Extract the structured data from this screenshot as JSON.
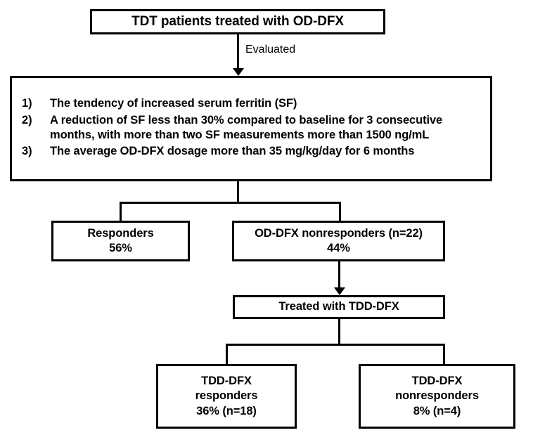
{
  "diagram": {
    "title": "TDT patients treated with OD-DFX flowchart",
    "stroke_color": "#000000",
    "background_color": "#ffffff"
  },
  "nodes": {
    "top": {
      "label": "TDT patients treated with OD-DFX"
    },
    "criteria": {
      "items": [
        {
          "number": "1)",
          "text": "The tendency of increased serum ferritin (SF)"
        },
        {
          "number": "2)",
          "text": "A reduction of SF less than 30% compared to baseline for 3 consecutive months, with more than two SF measurements more than 1500 ng/mL"
        },
        {
          "number": "3)",
          "text": "The average OD-DFX dosage more than 35 mg/kg/day for 6 months"
        }
      ]
    },
    "responders": {
      "line1": "Responders",
      "line2": "56%"
    },
    "od_nonresponders": {
      "line1": "OD-DFX nonresponders (n=22)",
      "line2": "44%"
    },
    "treated": {
      "label": "Treated with TDD-DFX"
    },
    "tdd_responders": {
      "line1": "TDD-DFX",
      "line2": "responders",
      "line3": "36% (n=18)"
    },
    "tdd_nonresponders": {
      "line1": "TDD-DFX",
      "line2": "nonresponders",
      "line3": "8% (n=4)"
    }
  },
  "edges": {
    "evaluated_label": "Evaluated"
  }
}
